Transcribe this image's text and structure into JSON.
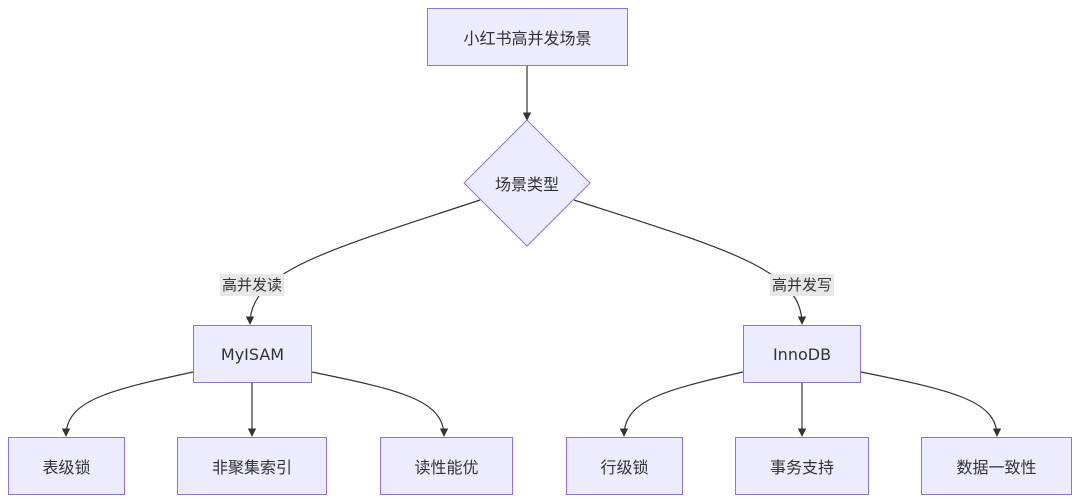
{
  "diagram": {
    "nodes": {
      "root": "小红书高并发场景",
      "decision": "场景类型",
      "myisam": "MyISAM",
      "innodb": "InnoDB",
      "table_lock": "表级锁",
      "nonclustered_index": "非聚集索引",
      "read_performance": "读性能优",
      "row_lock": "行级锁",
      "transaction_support": "事务支持",
      "data_consistency": "数据一致性"
    },
    "edge_labels": {
      "high_read": "高并发读",
      "high_write": "高并发写"
    }
  },
  "colors": {
    "node_fill": "#ececff",
    "node_border": "#9370db",
    "edge": "#333333",
    "edge_label_bg": "#e8e8e8"
  }
}
